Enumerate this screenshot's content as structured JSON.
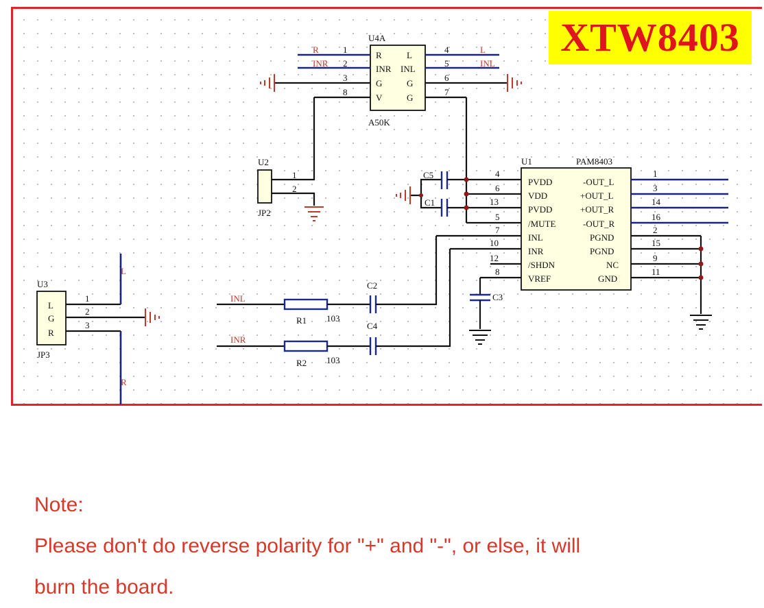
{
  "title": "XTW8403",
  "note": {
    "heading": "Note:",
    "line1": "Please don't do reverse polarity for \"+\" and \"-\", or else, it will",
    "line2": "burn the board."
  },
  "u4a": {
    "ref": "U4A",
    "part": "A50K",
    "pins_left": [
      {
        "num": "1",
        "name": "R",
        "net": "R"
      },
      {
        "num": "2",
        "name": "INR",
        "net": "INR"
      },
      {
        "num": "3",
        "name": "G",
        "net": ""
      },
      {
        "num": "8",
        "name": "V",
        "net": ""
      }
    ],
    "pins_right": [
      {
        "num": "4",
        "name": "L",
        "net": "L"
      },
      {
        "num": "5",
        "name": "INL",
        "net": "INL"
      },
      {
        "num": "6",
        "name": "G",
        "net": ""
      },
      {
        "num": "7",
        "name": "G",
        "net": ""
      }
    ]
  },
  "u1": {
    "ref": "U1",
    "part": "PAM8403",
    "pins_left": [
      {
        "num": "4",
        "name": "PVDD"
      },
      {
        "num": "6",
        "name": "VDD"
      },
      {
        "num": "13",
        "name": "PVDD"
      },
      {
        "num": "5",
        "name": "/MUTE"
      },
      {
        "num": "7",
        "name": "INL"
      },
      {
        "num": "10",
        "name": "INR"
      },
      {
        "num": "12",
        "name": "/SHDN"
      },
      {
        "num": "8",
        "name": "VREF"
      }
    ],
    "pins_right": [
      {
        "num": "1",
        "name": "-OUT_L"
      },
      {
        "num": "3",
        "name": "+OUT_L"
      },
      {
        "num": "14",
        "name": "+OUT_R"
      },
      {
        "num": "16",
        "name": "-OUT_R"
      },
      {
        "num": "2",
        "name": "PGND"
      },
      {
        "num": "15",
        "name": "PGND"
      },
      {
        "num": "9",
        "name": "NC"
      },
      {
        "num": "11",
        "name": "GND"
      }
    ]
  },
  "u2": {
    "ref": "U2",
    "label": "JP2",
    "pins": [
      "1",
      "2"
    ]
  },
  "u3": {
    "ref": "U3",
    "label": "JP3",
    "pins": [
      {
        "num": "1",
        "name": "L"
      },
      {
        "num": "2",
        "name": "G"
      },
      {
        "num": "3",
        "name": "R"
      }
    ]
  },
  "nets": {
    "l": "L",
    "r": "R",
    "inl": "INL",
    "inr": "INR"
  },
  "parts": {
    "r1": {
      "ref": "R1",
      "value": "103"
    },
    "r2": {
      "ref": "R2",
      "value": "103"
    },
    "c1": "C1",
    "c2": "C2",
    "c3": "C3",
    "c4": "C4",
    "c5": "C5"
  }
}
